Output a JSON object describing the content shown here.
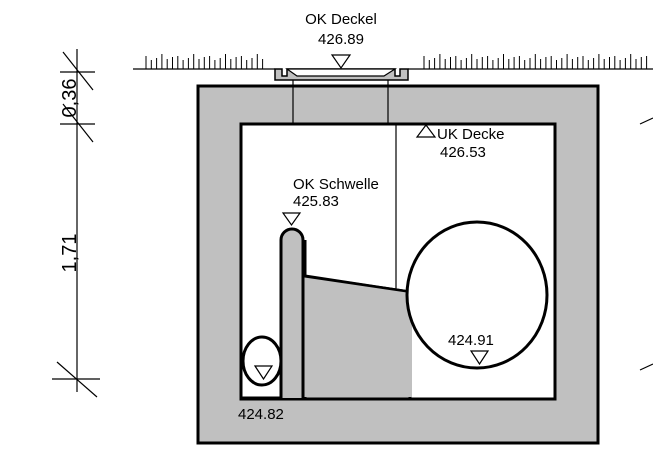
{
  "labels": {
    "ok_deckel_title": "OK Deckel",
    "ok_deckel_value": "426.89",
    "uk_decke_title": "UK Decke",
    "uk_decke_value": "426.53",
    "ok_schwelle_title": "OK Schwelle",
    "ok_schwelle_value": "425.83",
    "large_pipe_value": "424.91",
    "small_pipe_value": "424.82"
  },
  "dimensions": {
    "top": "0,36",
    "middle": "1,71"
  },
  "colors": {
    "concrete": "#c0c0c0",
    "line": "#000000",
    "background": "#ffffff"
  },
  "icons": {
    "elevation_marker": "triangle-down",
    "elevation_marker_up": "triangle-up"
  }
}
